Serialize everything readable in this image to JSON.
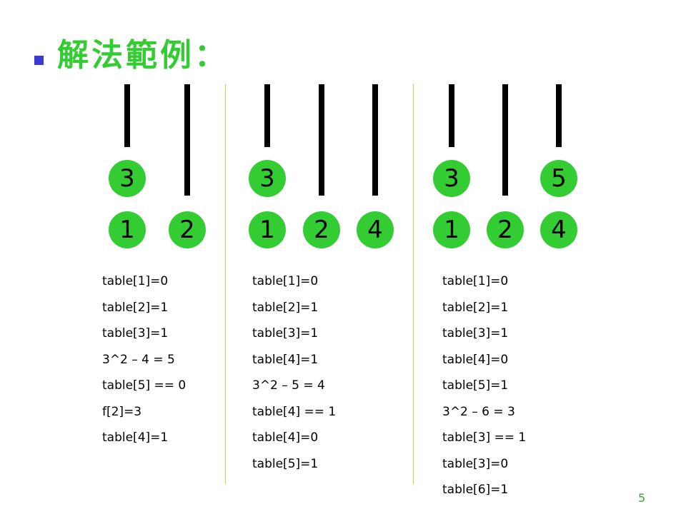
{
  "slide": {
    "title": "解法範例：",
    "page_number": "5"
  },
  "panels": [
    {
      "top_nodes": [
        "3"
      ],
      "bottom_nodes": [
        "1",
        "2"
      ],
      "lines": [
        "table[1]=0",
        "table[2]=1",
        "table[3]=1",
        "3^2 – 4 = 5",
        "table[5] == 0",
        "f[2]=3",
        "table[4]=1"
      ]
    },
    {
      "top_nodes": [
        "3"
      ],
      "bottom_nodes": [
        "1",
        "2",
        "4"
      ],
      "lines": [
        "table[1]=0",
        "table[2]=1",
        "table[3]=1",
        "table[4]=1",
        "3^2 – 5 = 4",
        "table[4] == 1",
        "table[4]=0",
        "table[5]=1"
      ]
    },
    {
      "top_nodes": [
        "3",
        "5"
      ],
      "bottom_nodes": [
        "1",
        "2",
        "4"
      ],
      "lines": [
        "table[1]=0",
        "table[2]=1",
        "table[3]=1",
        "table[4]=0",
        "table[5]=1",
        "3^2 – 6 = 3",
        "table[3] == 1",
        "table[3]=0",
        "table[6]=1"
      ]
    }
  ]
}
